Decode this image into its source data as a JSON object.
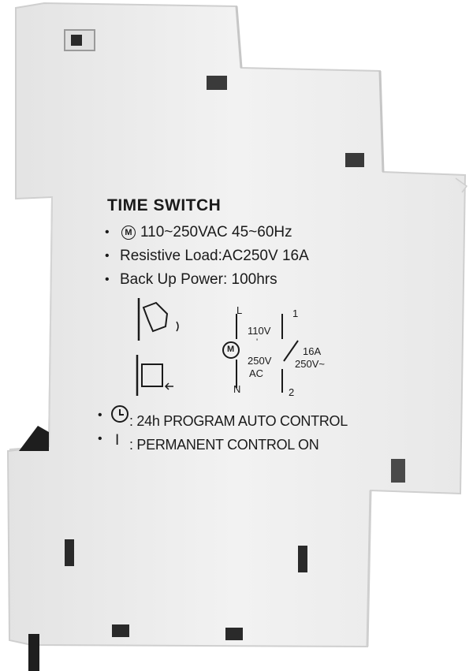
{
  "label": {
    "title": "TIME SWITCH",
    "specs": [
      {
        "icon": "motor-icon",
        "text": "110~250VAC  45~60Hz"
      },
      {
        "text": "Resistive Load:AC250V   16A"
      },
      {
        "text": "Back Up Power: 100hrs"
      }
    ],
    "wiring": {
      "L": "L",
      "N": "N",
      "terminal_1": "1",
      "terminal_2": "2",
      "supply_min": "110V",
      "supply_tilde": "'",
      "supply_max": "250V",
      "supply_ac": "AC",
      "motor": "M",
      "contact_rating": "16A",
      "contact_voltage": "250V~"
    },
    "modes": [
      {
        "icon": "clock-icon",
        "text": ": 24h PROGRAM AUTO CONTROL"
      },
      {
        "icon": "permanent-on-icon",
        "symbol": "I",
        "text": ": PERMANENT CONTROL ON"
      }
    ],
    "bullet": "•"
  },
  "colors": {
    "housing": "#eeeeee",
    "housing_edge": "#cfcfcf",
    "slot": "#2a2a2a",
    "text": "#1a1a1a"
  }
}
